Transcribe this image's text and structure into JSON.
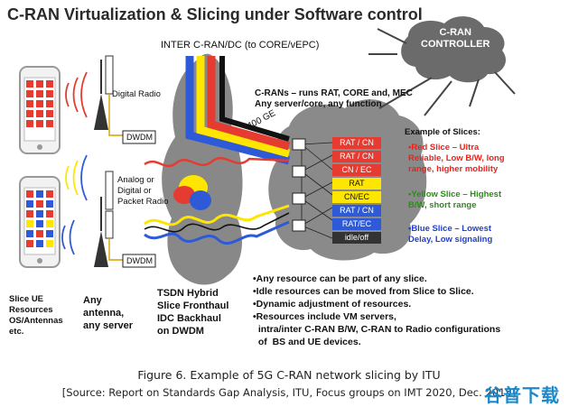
{
  "title": "C-RAN Virtualization & Slicing under Software control",
  "inter_cran": "INTER C-RAN/DC (to CORE/vEPC)",
  "controller": [
    "C-RAN",
    "CONTROLLER"
  ],
  "crans_text": [
    "C-RANs – runs RAT, CORE and, MEC",
    "Any server/core, any function"
  ],
  "link_speed": "400 GE",
  "digital_radio": "Digital Radio",
  "dwdm_top": "DWDM",
  "analog_radio": [
    "Analog or",
    "Digital  or",
    "Packet Radio"
  ],
  "dwdm_bottom": "DWDM",
  "slice_boxes": [
    {
      "label": "RAT / CN",
      "color": "red"
    },
    {
      "label": "RAT / CN",
      "color": "red"
    },
    {
      "label": "CN / EC",
      "color": "red"
    },
    {
      "label": "RAT",
      "color": "yellow"
    },
    {
      "label": "CN/EC",
      "color": "yellow"
    },
    {
      "label": "RAT / CN",
      "color": "blue"
    },
    {
      "label": "RAT/EC",
      "color": "blue"
    },
    {
      "label": "idle/off",
      "color": "idle"
    }
  ],
  "slices_heading": "Example of Slices:",
  "red_slice": [
    "•Red Slice – Ultra",
    "Reliable, Low B/W, long",
    "range, higher mobility"
  ],
  "yellow_slice": [
    "•Yellow Slice – Highest",
    "B/W, short range"
  ],
  "blue_slice": [
    "•Blue Slice – Lowest",
    "Delay, Low signaling"
  ],
  "slice_ue": [
    "Slice UE",
    "Resources",
    "OS/Antennas",
    "etc."
  ],
  "any_antenna": [
    "Any",
    "antenna,",
    "any server"
  ],
  "tsdn": [
    "TSDN Hybrid",
    "Slice Fronthaul",
    "IDC Backhaul",
    "on DWDM"
  ],
  "bullets": [
    "•Any resource can be part of any slice.",
    "•Idle resources can be moved from Slice to Slice.",
    "•Dynamic adjustment of resources.",
    "•Resources include VM servers,",
    "  intra/inter C-RAN B/W, C-RAN to Radio configurations",
    "  of  BS and UE devices."
  ],
  "caption": "Figure 6. Example of 5G C-RAN network slicing by ITU",
  "source": "[Source: Report on Standards Gap Analysis, ITU, Focus groups on IMT 2020, Dec. 2015]",
  "watermark": "谷普下载",
  "colors": {
    "red": "#e53b30",
    "yellow": "#ffe600",
    "blue": "#2e5ad8",
    "cloud": "#8a8a8a",
    "cloud_dark": "#5e5e5e"
  }
}
